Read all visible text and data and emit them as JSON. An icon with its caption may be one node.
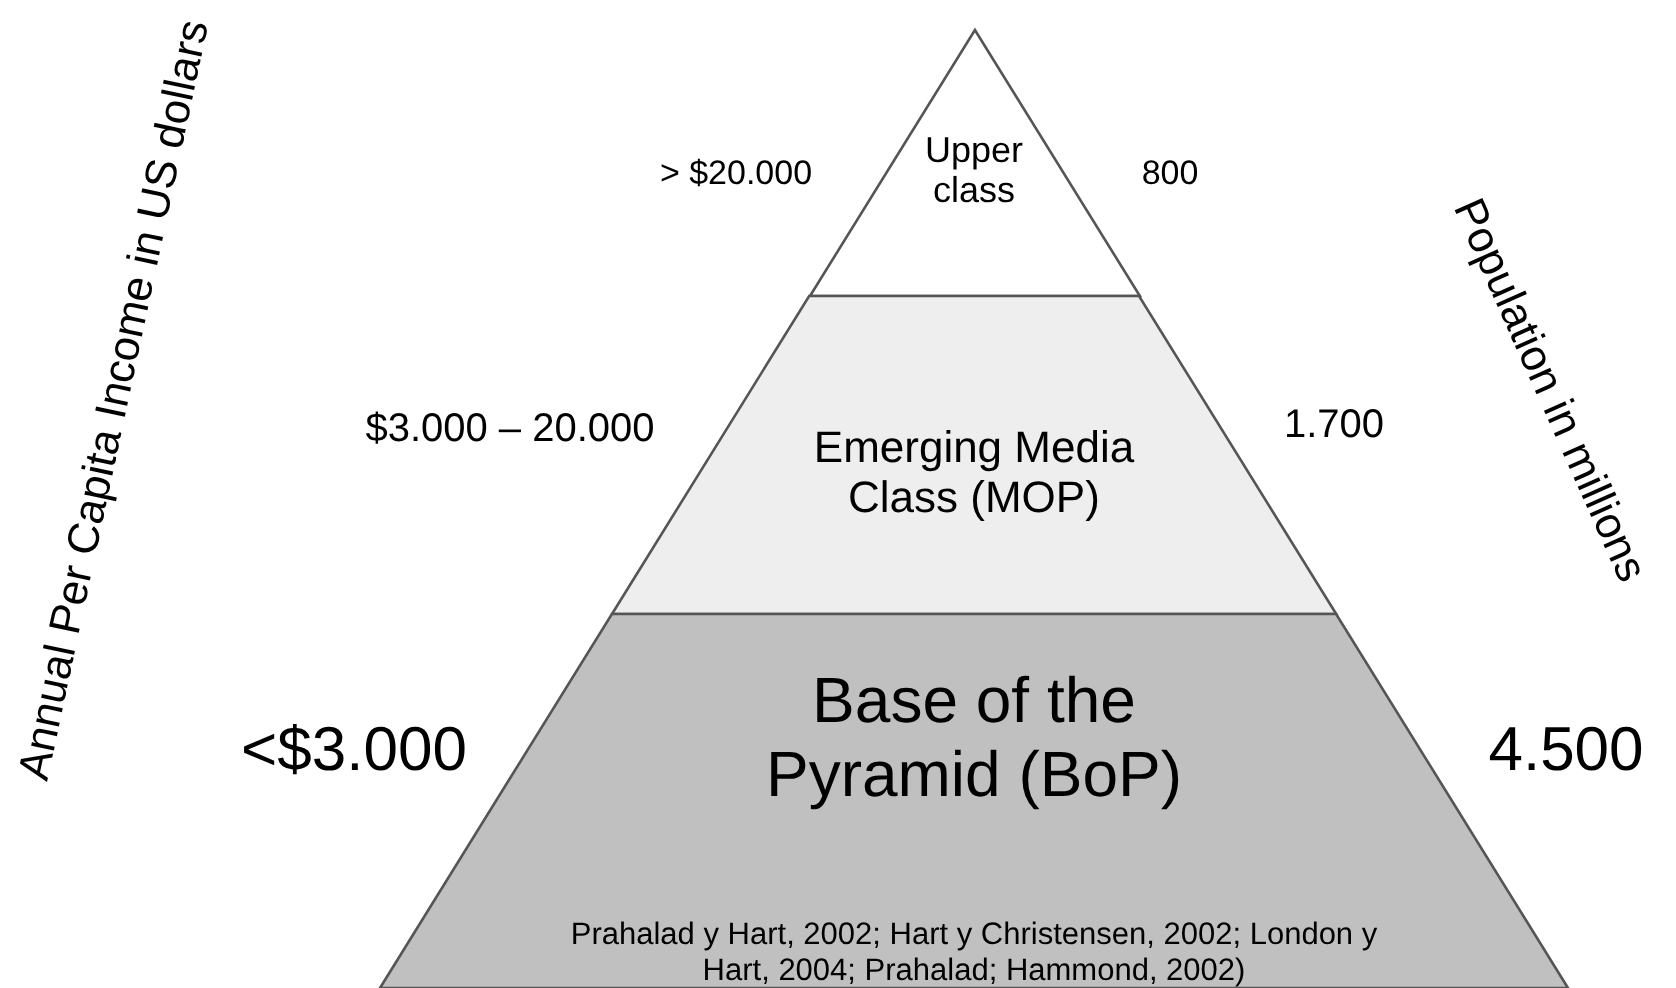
{
  "diagram": {
    "nodes": [
      {
        "text": [
          "Upper class"
        ]
      },
      {
        "text": [
          "Emerging Media Class (MOP)"
        ]
      },
      {
        "text": [
          "Base of the Pyramid (BoP)",
          "Prahalad y Hart, 2002; Hart y Christensen, 2002; London y Hart, 2004; Prahalad; Hammond, 2002)"
        ]
      }
    ],
    "edges": [],
    "labels": [
      "Annual Per Capita Income in US dollars",
      "> $20.000",
      "800",
      "Population in millions",
      "$3.000 – 20.000",
      "1.700",
      "<$3.000",
      "4.500"
    ]
  }
}
